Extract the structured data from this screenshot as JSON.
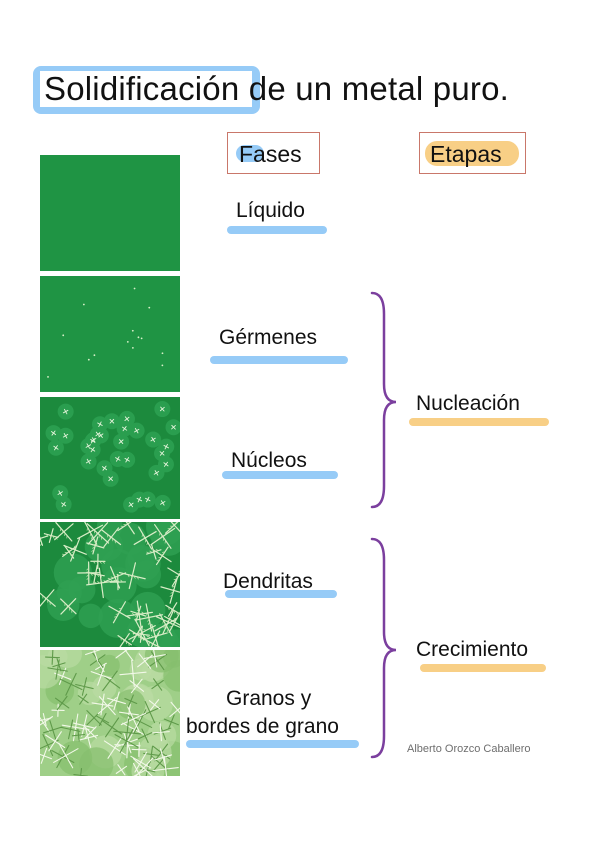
{
  "title": {
    "highlight": "Solidificación",
    "rest": " de un metal puro."
  },
  "headers": {
    "phases": "Fases",
    "stages": "Etapas"
  },
  "phases": [
    "Líquido",
    "Gérmenes",
    "Núcleos",
    "Dendritas",
    "Granos y",
    "bordes de grano"
  ],
  "stages": [
    "Nucleación",
    "Crecimiento"
  ],
  "credit": "Alberto Orozco Caballero",
  "colors": {
    "title_highlight": "#96cbf7",
    "phase_underline": "#96cbf7",
    "stage_underline": "#f8cf86",
    "header_border": "#c9776a",
    "bracket": "#7b3f9e",
    "liquid_green": "#1f9444"
  }
}
